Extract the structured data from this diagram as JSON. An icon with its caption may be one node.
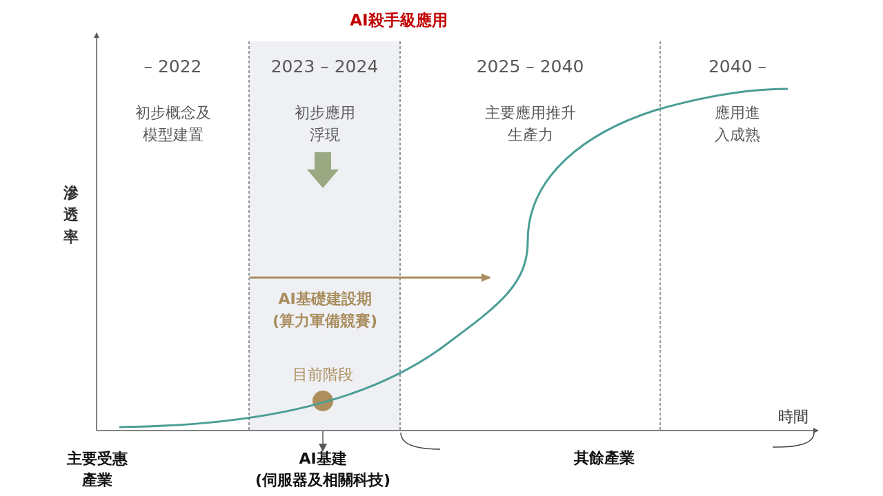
{
  "diagram": {
    "nodes": [
      {
        "text": [
          "– 2022",
          "初步概念及模型建置"
        ]
      },
      {
        "text": [
          "2023 – 2024",
          "初步應用浮現"
        ]
      },
      {
        "text": [
          "2025 – 2040",
          "主要應用推升生產力"
        ]
      },
      {
        "text": [
          "2040 –",
          "應用進入成熟"
        ]
      },
      {
        "text": [],
        "shape": "circle",
        "beside": [
          "目前階段"
        ],
        "in": 1
      },
      {
        "text": [
          "AI基建 (伺服器及相關科技)"
        ]
      }
    ],
    "edges": [
      {
        "from": 1,
        "to": 5,
        "arrow": "to"
      }
    ],
    "labels": [
      "AI殺手級應用",
      "滲透率",
      "AI基礎建設期 (算力軍備競賽)",
      "時間",
      "主要受惠產業",
      "其餘產業"
    ]
  }
}
